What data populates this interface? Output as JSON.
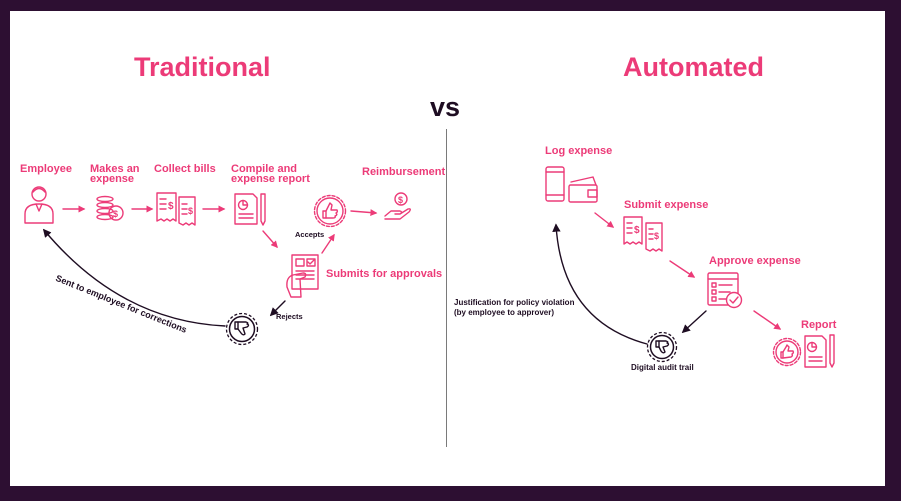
{
  "colors": {
    "accent": "#ec3b78",
    "dark": "#1e0d22",
    "frame": "#2d0f32"
  },
  "headings": {
    "traditional": "Traditional",
    "vs": "vs",
    "automated": "Automated"
  },
  "traditional": {
    "steps": {
      "employee": "Employee",
      "makes_expense_1": "Makes an",
      "makes_expense_2": "expense",
      "collect_bills": "Collect bills",
      "compile_1": "Compile and",
      "compile_2": "expense report",
      "reimbursement": "Reimbursement",
      "submits": "Submits for approvals",
      "accepts": "Accepts",
      "rejects": "Rejects",
      "sent_back": "Sent to employee for corrections"
    },
    "icons": [
      "employee-icon",
      "coins-icon",
      "bills-icon",
      "report-icon",
      "thumbs-up-icon",
      "reimbursement-hand-icon",
      "approval-form-icon",
      "thumbs-down-icon"
    ]
  },
  "automated": {
    "steps": {
      "log_expense": "Log expense",
      "submit_expense": "Submit expense",
      "approve_expense": "Approve expense",
      "report": "Report",
      "audit_trail": "Digital audit trail",
      "justification_1": "Justification for policy violation",
      "justification_2": "(by employee to approver)"
    },
    "icons": [
      "phone-wallet-icon",
      "receipts-icon",
      "checklist-icon",
      "report-thumbs-up-icon",
      "thumbs-down-icon"
    ]
  }
}
